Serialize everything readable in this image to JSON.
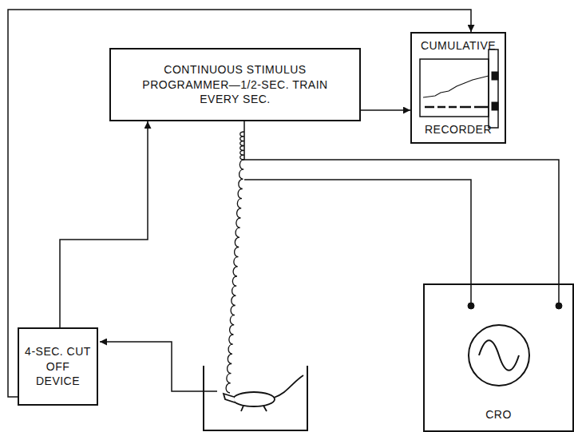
{
  "diagram": {
    "nodes": [
      {
        "text": [
          "CONTINUOUS STIMULUS PROGRAMMER—1/2-SEC. TRAIN EVERY SEC."
        ]
      },
      {
        "text": [
          "CUMULATIVE",
          "RECORDER"
        ]
      },
      {
        "text": [
          "4-SEC. CUT OFF DEVICE"
        ]
      },
      {
        "text": [
          "CRO"
        ]
      }
    ],
    "edges": [
      {
        "from": 2,
        "to": 0,
        "arrow": "to"
      },
      {
        "from": 2,
        "to": 1,
        "arrow": "to"
      },
      {
        "from": 0,
        "to": 1,
        "arrow": "to"
      },
      {
        "from": 0,
        "to": 3,
        "arrow": "none"
      }
    ]
  }
}
